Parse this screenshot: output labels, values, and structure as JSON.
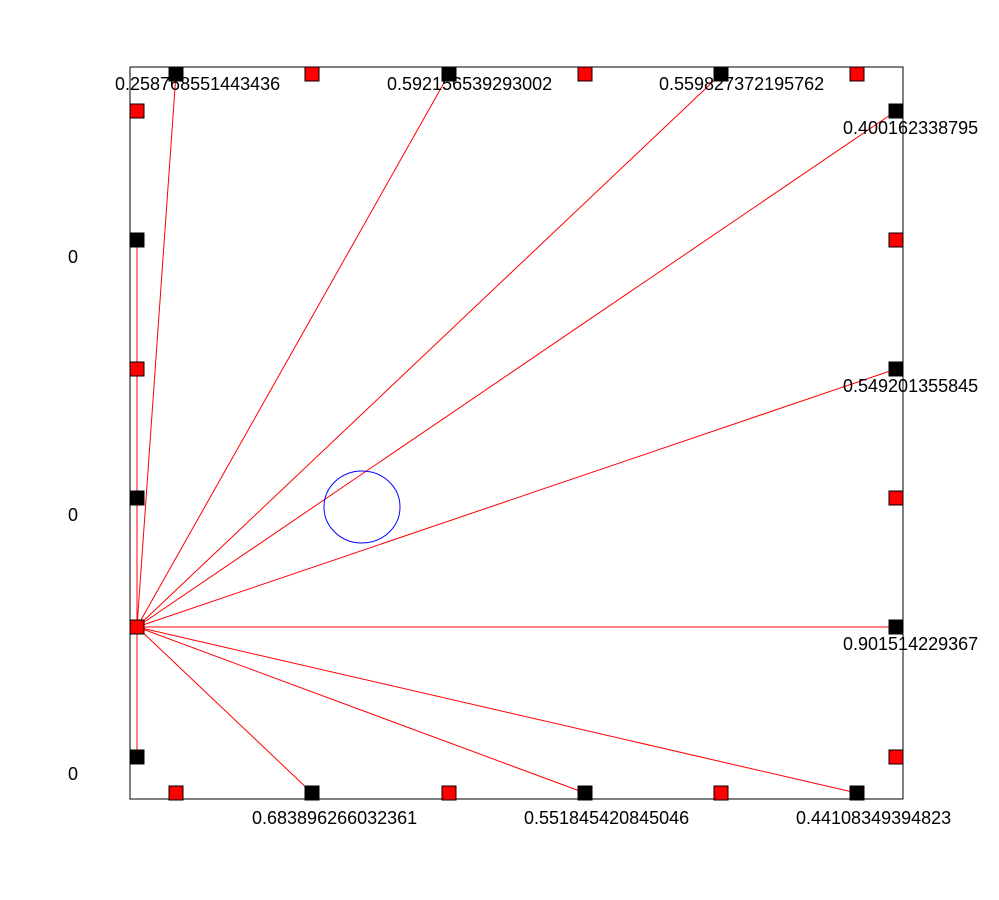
{
  "colors": {
    "frame": "#000000",
    "ray": "#ff0000",
    "marker_black": "#000000",
    "marker_red": "#ff0000",
    "circle": "#0000ff"
  },
  "left_axis_labels": [
    "0",
    "0",
    "0"
  ],
  "value_labels": {
    "top": [
      "0.258768551443436",
      "0.592156539293002",
      "0.559827372195762"
    ],
    "right": [
      "0.400162338795",
      "0.549201355845",
      "0.901514229367"
    ],
    "bottom": [
      "0.683896266032361",
      "0.551845420845046",
      "0.44108349394823"
    ]
  },
  "markers": {
    "top": [
      "black",
      "red",
      "black",
      "red",
      "black",
      "red"
    ],
    "right": [
      "black",
      "red",
      "black",
      "red",
      "black",
      "red"
    ],
    "bottom": [
      "red",
      "black",
      "red",
      "black",
      "red",
      "black"
    ],
    "left": [
      "red",
      "black",
      "red",
      "black",
      "red",
      "black"
    ]
  }
}
